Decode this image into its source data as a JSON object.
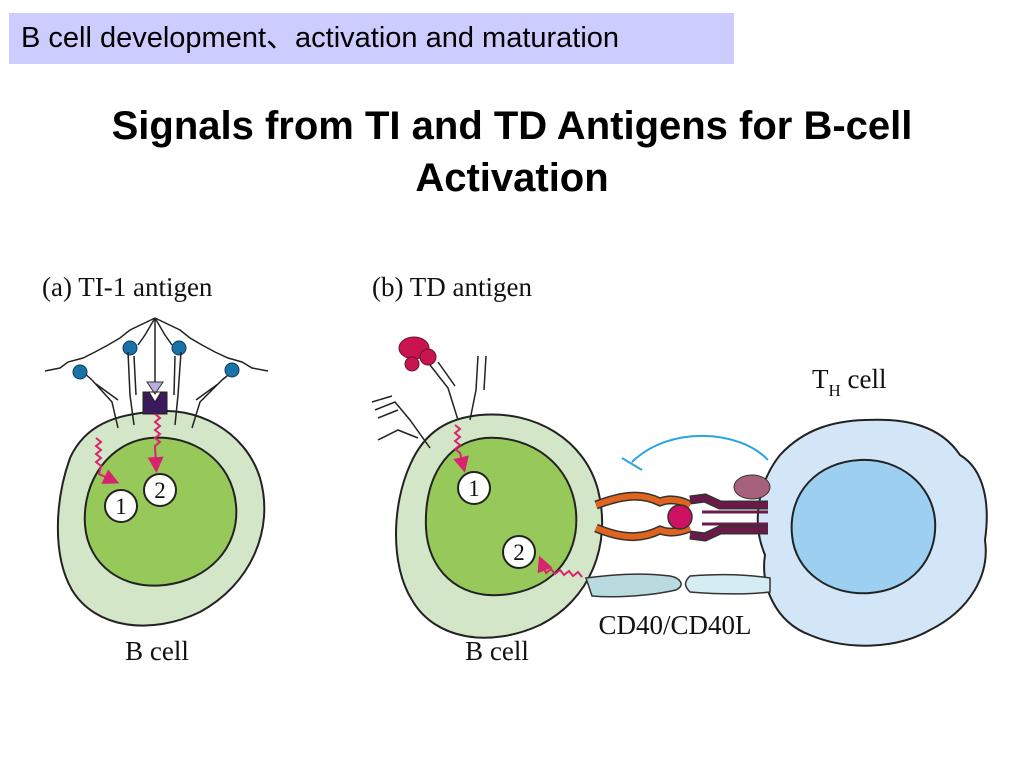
{
  "header": {
    "topic": "B cell development、activation and maturation",
    "title": "Signals from TI and TD Antigens for B-cell Activation"
  },
  "figure": {
    "panel_a": {
      "label": "(a)  TI-1 antigen",
      "signal_1": "1",
      "signal_2": "2",
      "cell_label": "B cell"
    },
    "panel_b": {
      "label": "(b)  TD antigen",
      "signal_1": "1",
      "signal_2": "2",
      "cell_label": "B cell",
      "th_label_main": "T",
      "th_label_sub": "H",
      "th_label_rest": " cell",
      "costim_label": "CD40/CD40L"
    }
  },
  "colors": {
    "header_bg": "#ccccff",
    "cell_outer": "#d3e6c8",
    "nucleus": "#96c85a",
    "th_outer": "#d2e6f8",
    "th_nucleus": "#9ccff0",
    "signal_arrow": "#d8246e",
    "antigen": "#c8154f",
    "receptor_blue": "#1a73a8"
  }
}
